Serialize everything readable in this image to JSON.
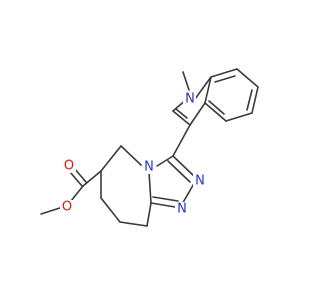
{
  "molecule": {
    "colors": {
      "carbon_bond": "#3a3a3a",
      "nitrogen": "#2b34c9",
      "oxygen": "#d51818",
      "background": "#ffffff"
    },
    "atom_labels": {
      "n_indole": "N",
      "n_triazole_fused": "N",
      "n_triazole_upper": "N",
      "n_triazole_lower": "N",
      "o_carbonyl": "O",
      "o_ester": "O"
    }
  }
}
